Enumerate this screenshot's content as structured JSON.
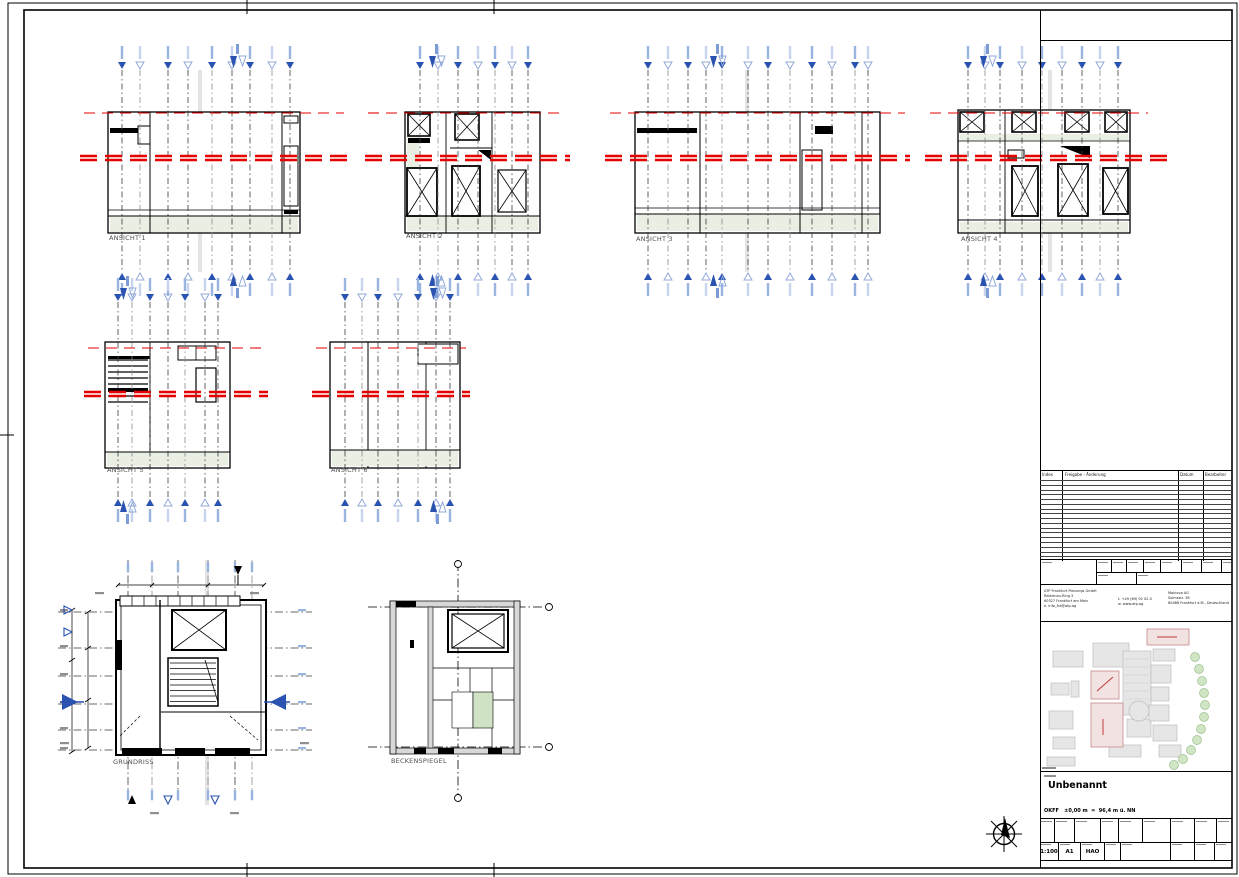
{
  "views": {
    "a1": {
      "label": "ANSICHT 1"
    },
    "a2": {
      "label": "ANSICHT 2"
    },
    "a3": {
      "label": "ANSICHT 3"
    },
    "a4": {
      "label": "ANSICHT 4"
    },
    "a5": {
      "label": "ANSICHT 5"
    },
    "a6": {
      "label": "ANSICHT 6"
    },
    "grundriss": {
      "label": "GRUNDRISS"
    },
    "beckenspiegel": {
      "label": "BECKENSPIEGEL"
    }
  },
  "titleblock": {
    "revision_table": {
      "col_index": "Index",
      "col_change": "Freigabe - Änderung",
      "col_date": "Datum",
      "col_editor": "Bearbeiter"
    },
    "firm": {
      "name": "ATP Frankfurt Planungs GmbH",
      "street": "Rathenau-Ring 3",
      "city": "60327 Frankfurt am Main",
      "phone": "t.  +49 (69) 92 02-0",
      "email": "e.  info_fra@atp.ag",
      "web": "w.  www.atp.ag"
    },
    "client": {
      "name": "Mainova AG",
      "street": "Solmsstr. 38",
      "city": "60486 Frankfurt a.M., Deutschland"
    },
    "plan_title": "Unbenannt",
    "datum_note": "OKFF   ±0,00 m  =  96,4 m ü. NN",
    "scale": "1:100",
    "format": "A1",
    "editor": "HAO"
  },
  "colors": {
    "level_red": "#e60000",
    "grid_blue": "#2a52b0",
    "grid_blue_light": "#9ab4e0",
    "grid_blue_pale": "#c6d4ee",
    "slab_green": "#e9efe3",
    "wall_gray": "#d8d8d8",
    "room_green": "#cfe3c4"
  }
}
